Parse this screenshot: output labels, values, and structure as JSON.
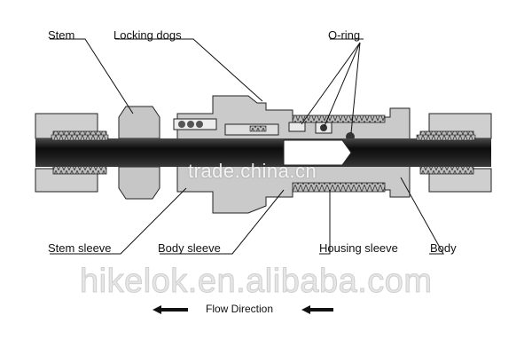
{
  "labels": {
    "stem": "Stem",
    "locking_dogs": "Locking dogs",
    "o_ring": "O-ring",
    "stem_sleeve": "Stem sleeve",
    "body_sleeve": "Body sleeve",
    "housing_sleeve": "Housing sleeve",
    "body": "Body"
  },
  "flow_direction": "Flow Direction",
  "watermarks": {
    "center": "trade.china.cn",
    "site": "hikelok.en.alibaba.com"
  },
  "colors": {
    "body_gray": "#c8c8c8",
    "dark_tube": "#1a1a1a",
    "outline": "#222222"
  }
}
